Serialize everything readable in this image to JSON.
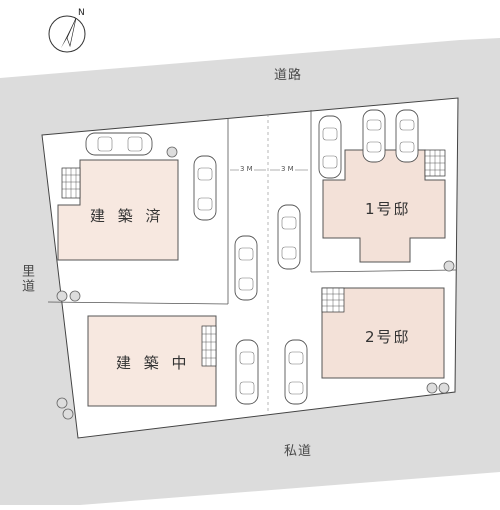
{
  "north_label": "N",
  "roads": {
    "top": "道路",
    "left": "里道",
    "bottom": "私道"
  },
  "buildings": {
    "built": "建 築 済",
    "under_construction": "建 築 中",
    "house1": "1号邸",
    "house2": "2号邸"
  },
  "dimensions": {
    "width_left": "3 M",
    "width_right": "3 M"
  },
  "colors": {
    "road": "#dcdcdc",
    "lot": "#ffffff",
    "building_fill": "#f7e8e0",
    "house_fill": "#f3e1d8",
    "outline": "#555555"
  }
}
